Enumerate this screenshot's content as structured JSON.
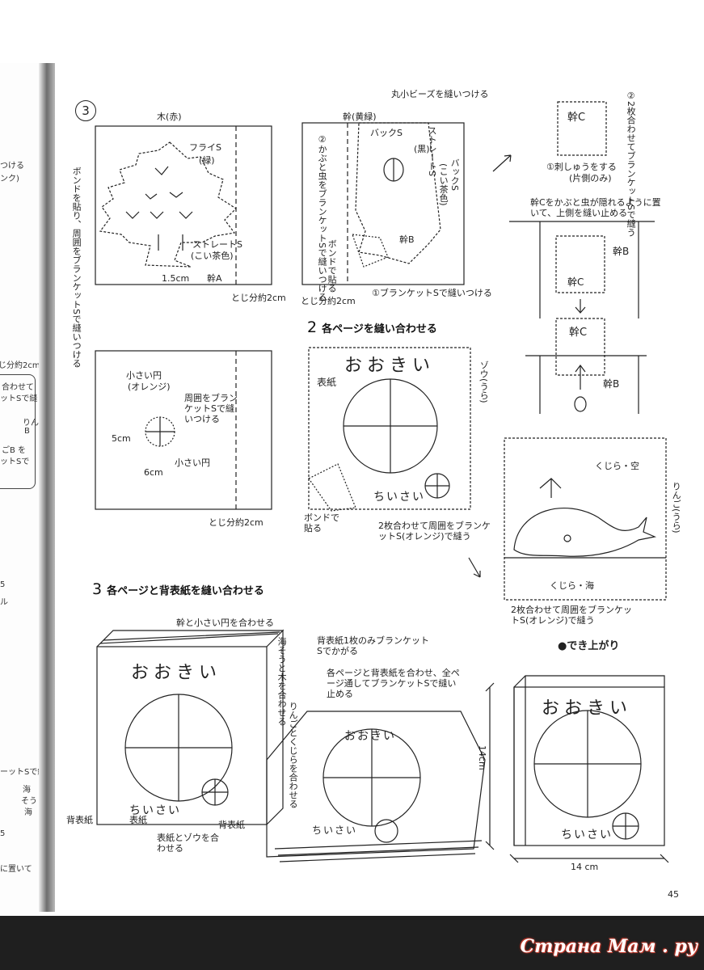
{
  "left_page": {
    "texts": [
      "つける",
      "ンク)",
      "じ分約2cm",
      "合わせて",
      "ットSで縫う",
      "りんご",
      "B",
      "ごB を",
      "ットSで",
      "5",
      "ル",
      "ーットSで縫う",
      "海",
      "そう・",
      "海",
      "5",
      "に置いて"
    ]
  },
  "step3_top": {
    "number": "3",
    "tree_panel": {
      "tree_label": "木(赤)",
      "fly_label": "フライS",
      "fly_color": "(緑)",
      "bond_note": "ボンドを貼り、周囲をブランケットSで縫いつける",
      "straight_label": "ストレートS",
      "straight_color": "(こい茶色)",
      "dim": "1.5cm",
      "trunk": "幹A",
      "seam": "とじ分約2cm"
    },
    "beetle_panel": {
      "trunk_label": "幹(黄緑)",
      "beads_note": "丸小ビーズを縫いつける",
      "back_label": "バックS",
      "black": "(黒)",
      "straight": "ストレートS",
      "back_s2": "バックS",
      "brown": "(こい茶色)",
      "step2": "②かぶと虫をブランケットSで縫いつける",
      "bond": "ボンドで貼る",
      "trunk_b": "幹B",
      "step1": "①ブランケットSで縫いつける",
      "seam": "とじ分約2cm"
    },
    "right": {
      "trunk_c": "幹C",
      "two": "②2枚合わせてブランケットSで縫う",
      "emb": "①刺しゅうをする",
      "emb_sub": "(片側のみ)",
      "place": "幹Cをかぶと虫が隠れるように置いて、上側を縫い止める",
      "trunk_b": "幹B",
      "trunk_c2": "幹C",
      "trunk_c3": "幹C",
      "trunk_b2": "幹B"
    }
  },
  "circle_panel": {
    "small_circle": "小さい円",
    "orange": "(オレンジ)",
    "note": "周囲をブランケットSで縫いつける",
    "small_circle2": "小さい円",
    "dim5": "5cm",
    "dim6": "6cm",
    "seam": "とじ分約2cm"
  },
  "step2": {
    "header_num": "2",
    "header": "各ページを縫い合わせる",
    "cover_title": "おおきい",
    "cover_label": "表紙",
    "cover_small": "ちいさい",
    "elephant": "ゾウ(うら)",
    "bond": "ボンドで貼る",
    "note": "2枚合わせて周囲をブランケットS(オレンジ)で縫う"
  },
  "whale": {
    "sky": "くじら・空",
    "sea": "くじら・海",
    "apple": "りんご(うら)",
    "note": "2枚合わせて周囲をブランケットS(オレンジ)で縫う"
  },
  "step3b": {
    "header_num": "3",
    "header": "各ページと背表紙を縫い合わせる",
    "trunk_circle": "幹と小さい円を合わせる",
    "sea_note": "海そうと木を合わせる",
    "apple_note": "りんごとくじらを合わせる",
    "back_note": "背表紙1枚のみブランケットSでかがる",
    "all_note": "各ページと背表紙を合わせ、全ページ通してブランケットSで縫い止める",
    "title1": "おおきい",
    "small1": "ちいさい",
    "back_cover": "背表紙",
    "cover": "表紙",
    "back_cover2": "背表紙",
    "cover_elephant": "表紙とゾウを合わせる",
    "title2": "おおきい",
    "small2": "ちいさい"
  },
  "finished": {
    "label": "●でき上がり",
    "title": "おおきい",
    "small": "ちいさい",
    "height": "14cm",
    "width": "14 cm"
  },
  "page_number": "45",
  "watermark": "Страна Мам . ру"
}
